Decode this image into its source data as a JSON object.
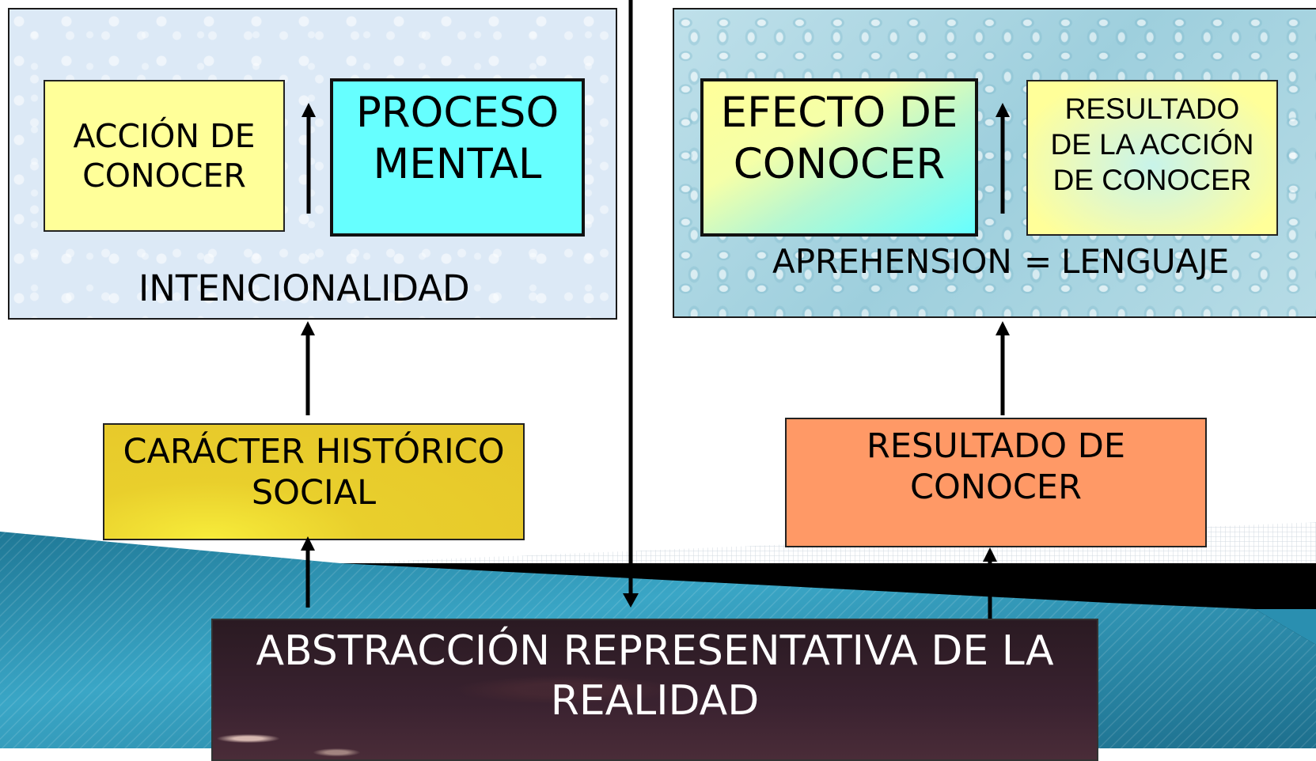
{
  "left_panel": {
    "accion_box": [
      "ACCIÓN DE",
      "CONOCER"
    ],
    "proceso_box": [
      "PROCESO",
      "MENTAL"
    ],
    "intencionalidad": "INTENCIONALIDAD"
  },
  "right_panel": {
    "efecto_box": [
      "EFECTO DE",
      "CONOCER"
    ],
    "resultado_accion_box": [
      "RESULTADO",
      "DE LA ACCIÓN",
      "DE CONOCER"
    ],
    "aprehension": "APREHENSION",
    "equals": "=",
    "lenguaje": "LENGUAJE"
  },
  "caracter_box": [
    "CARÁCTER HISTÓRICO",
    "SOCIAL"
  ],
  "resultado_conocer_box": [
    "RESULTADO DE",
    "CONOCER"
  ],
  "abstraccion_box": [
    "ABSTRACCIÓN REPRESENTATIVA DE LA",
    "REALIDAD"
  ],
  "colors": {
    "accion": "#ffff99",
    "proceso": "#66ffff",
    "caracter": "#e6c62a",
    "resultado_conocer": "#ff9966",
    "teal_band": "#2a8fb0",
    "black_band": "#000000"
  }
}
